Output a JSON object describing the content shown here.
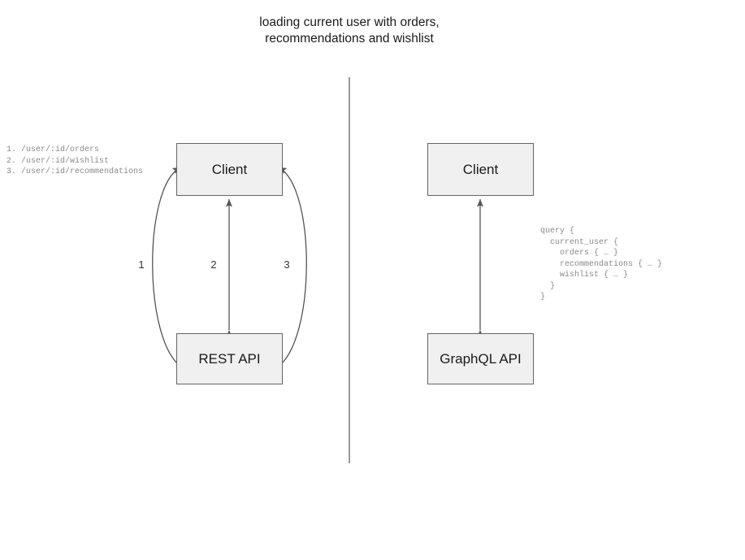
{
  "diagram": {
    "title": "loading current user with orders,\nrecommendations and wishlist",
    "divider": {
      "name": "vertical-divider"
    },
    "rest_side": {
      "client_label": "Client",
      "api_label": "REST API",
      "endpoints": "1. /user/:id/orders\n2. /user/:id/wishlist\n3. /user/:id/recommendations",
      "edges": [
        {
          "label": "1",
          "style": "curved-left",
          "direction": "bidirectional"
        },
        {
          "label": "2",
          "style": "straight",
          "direction": "bidirectional"
        },
        {
          "label": "3",
          "style": "curved-right",
          "direction": "bidirectional"
        }
      ]
    },
    "graphql_side": {
      "client_label": "Client",
      "api_label": "GraphQL API",
      "query": "query {\n  current_user {\n    orders { … }\n    recommendations { … }\n    wishlist { … }\n  }\n}",
      "edges": [
        {
          "label": "",
          "style": "straight",
          "direction": "bidirectional"
        }
      ]
    },
    "colors": {
      "node_fill": "#f0f0f0",
      "node_border": "#666666",
      "edge": "#555555",
      "title_text": "#1a1a1a",
      "mono_text": "#8a8a8a",
      "divider": "#808080"
    }
  }
}
